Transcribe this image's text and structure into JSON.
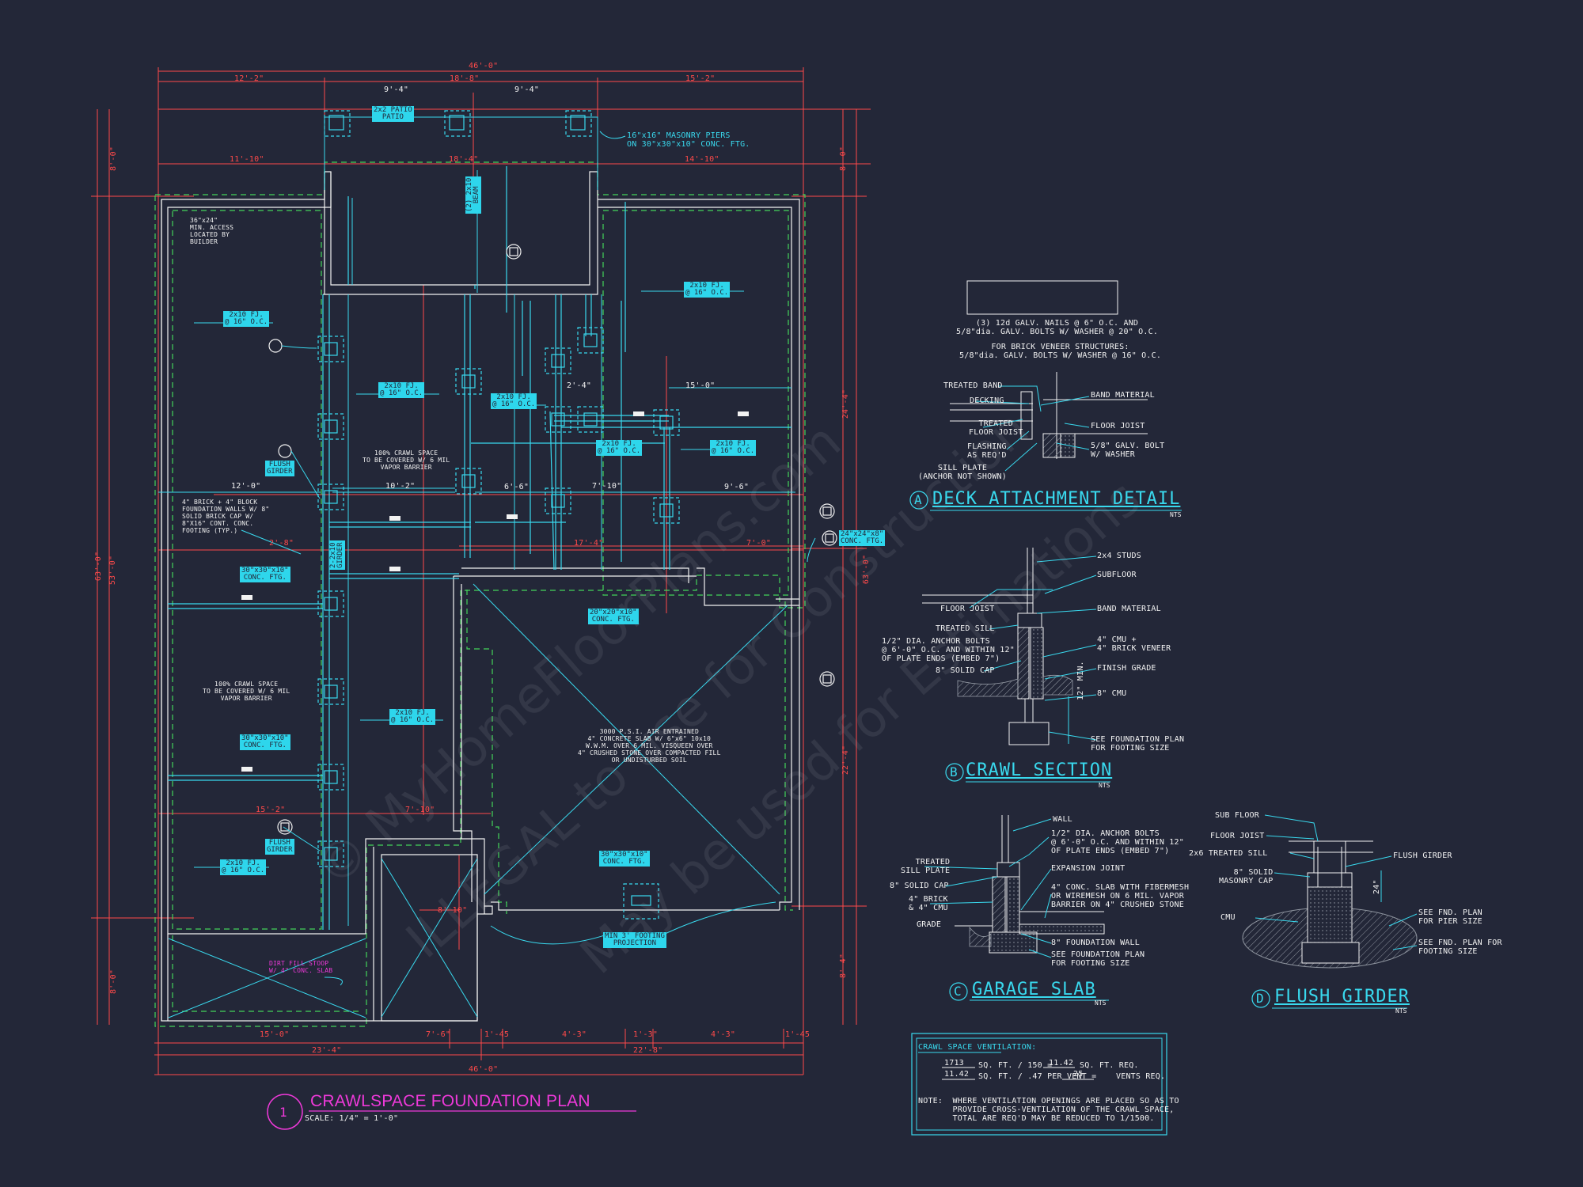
{
  "colors": {
    "background": "#232738",
    "dimension": "#ff4a4a",
    "structure": "#39d9ee",
    "wall": "#f2f2f2",
    "hidden": "#43d45a",
    "title": "#ee39d9"
  },
  "plan": {
    "number": "1",
    "title": "CRAWLSPACE FOUNDATION PLAN",
    "scale": "SCALE: 1/4\" = 1'-0\""
  },
  "dims": {
    "top_overall": "46'-0\"",
    "top_left": "12'-2\"",
    "top_mid": "18'-8\"",
    "top_right": "15'-2\"",
    "patio_a": "9'-4\"",
    "patio_b": "9'-4\"",
    "under_patio_left": "11'-10\"",
    "under_patio_mid": "18'-4\"",
    "under_patio_right": "14'-10\"",
    "left_overall": "63'-0\"",
    "left_inner": "53'-0\"",
    "left_top": "8'-0\"",
    "left_bottom": "8'-0\"",
    "right_overall": "63'-0\"",
    "right_top": "8'-0\"",
    "right_mid_a": "24'-4\"",
    "right_mid_b": "22'-4\"",
    "right_bottom": "8'-4\"",
    "bottom_overall": "46'-0\"",
    "bottom_a": "23'-4\"",
    "bottom_b": "22'-8\"",
    "bottom_c1": "15'-0\"",
    "bottom_c2": "7'-6\"",
    "bottom_c3": "1'-45",
    "bottom_c4": "4'-3\"",
    "bottom_c5": "1'-3\"",
    "bottom_c6": "4'-3\"",
    "bottom_c7": "1'-45",
    "int_12_0": "12'-0\"",
    "int_10_2": "10'-2\"",
    "int_6_6": "6'-6\"",
    "int_7_10": "7'-10\"",
    "int_9_6": "9'-6\"",
    "int_15_0": "15'-0\"",
    "int_2_4": "2'-4\"",
    "int_17_4": "17'-4\"",
    "int_7_0": "7'-0\"",
    "int_2_8": "2'-8\"",
    "int_15_2": "15'-2\"",
    "int_7_10b": "7'-10\"",
    "int_8_10": "8'-10\""
  },
  "plan_notes": {
    "masonry_piers": "16\"x16\" MASONRY PIERS\nON 30\"x30\"x10\" CONC. FTG.",
    "access": "36\"x24\"\nMIN. ACCESS\nLOCATED BY\nBUILDER",
    "crawl_top": "100% CRAWL SPACE\nTO BE COVERED W/ 6 MIL\nVAPOR BARRIER",
    "crawl_bottom": "100% CRAWL SPACE\nTO BE COVERED W/ 6 MIL\nVAPOR BARRIER",
    "foundation_wall": "4\" BRICK + 4\" BLOCK\nFOUNDATION WALLS W/ 8\"\nSOLID BRICK CAP W/\n8\"X16\" CONT. CONC.\nFOOTING (TYP.)",
    "slab": "3000 P.S.I. AIR ENTRAINED\n4\" CONCRETE SLAB W/ 6\"x6\" 10x10\nW.W.M. OVER 6 MIL. VISQUEEN OVER\n4\" CRUSHED STONE OVER COMPACTED FILL\nOR UNDISTURBED SOIL",
    "stoop": "DIRT FILL STOOP\nW/ 4\" CONC. SLAB"
  },
  "tags": {
    "patio": "2x2 PATIO\nPATIO",
    "joist_2x10_16": "2x10 FJ.\n@ 16\" O.C.",
    "girder": "FLUSH\nGIRDER",
    "conc_ftg_30": "30\"x30\"x10\"\nCONC. FTG.",
    "conc_ftg_24": "24\"x24\"x8\"\nCONC. FTG.",
    "conc_ftg_20": "20\"x20\"x10\"\nCONC. FTG.",
    "footing_proj": "MIN 3' FOOTING\nPROJECTION",
    "vertical_beam": "(2) 2x10\nBEAM",
    "vertical_gird": "2-2x10\nGIRDER"
  },
  "detail_a": {
    "label": "A",
    "title": "DECK ATTACHMENT DETAIL",
    "nts": "NTS",
    "nails": "(3) 12d GALV. NAILS @ 6\" O.C. AND\n5/8\"dia. GALV. BOLTS W/ WASHER @ 20\" O.C.",
    "veneer": "FOR BRICK VENEER STRUCTURES:\n5/8\"dia. GALV. BOLTS W/ WASHER @ 16\" O.C.",
    "treated_band": "TREATED BAND",
    "decking": "DECKING",
    "treated_joist": "TREATED\nFLOOR JOIST",
    "flashing": "FLASHING\nAS REQ'D",
    "sill_plate": "SILL PLATE\n(ANCHOR NOT SHOWN)",
    "band_material": "BAND MATERIAL",
    "floor_joist": "FLOOR JOIST",
    "bolt": "5/8\" GALV. BOLT\nW/ WASHER"
  },
  "detail_b": {
    "label": "B",
    "title": "CRAWL SECTION",
    "nts": "NTS",
    "studs": "2x4 STUDS",
    "subfloor": "SUBFLOOR",
    "floor_joist": "FLOOR JOIST",
    "band_material": "BAND MATERIAL",
    "treated_sill": "TREATED SILL",
    "anchor": "1/2\" DIA. ANCHOR BOLTS\n@ 6'-0\" O.C. AND WITHIN 12\"\nOF PLATE ENDS (EMBED 7\")",
    "cmu_brick": "4\" CMU +\n4\" BRICK VENEER",
    "finish_grade": "FINISH GRADE",
    "solid_cap": "8\" SOLID CAP",
    "cmu8": "8\" CMU",
    "min12": "12\" MIN.",
    "see_plan": "SEE FOUNDATION PLAN\nFOR FOOTING SIZE"
  },
  "detail_c": {
    "label": "C",
    "title": "GARAGE SLAB",
    "nts": "NTS",
    "wall": "WALL",
    "anchor": "1/2\" DIA. ANCHOR BOLTS\n@ 6'-0\" O.C. AND WITHIN 12\"\nOF PLATE ENDS (EMBED 7\")",
    "sill": "TREATED\nSILL PLATE",
    "expansion": "EXPANSION JOINT",
    "solid_cap": "8\" SOLID CAP",
    "slab": "4\" CONC. SLAB WITH FIBERMESH\nOR WIREMESH ON 6 MIL. VAPOR\nBARRIER ON 4\" CRUSHED STONE",
    "brick_cmu": "4\" BRICK\n& 4\" CMU",
    "grade": "GRADE",
    "found_wall": "8\" FOUNDATION WALL",
    "see_plan": "SEE FOUNDATION PLAN\nFOR FOOTING SIZE"
  },
  "detail_d": {
    "label": "D",
    "title": "FLUSH GIRDER",
    "nts": "NTS",
    "sub_floor": "SUB FLOOR",
    "floor_joist": "FLOOR JOIST",
    "treated_sill": "2x6 TREATED SILL",
    "masonry_cap": "8\" SOLID\nMASONRY CAP",
    "flush_girder": "FLUSH GIRDER",
    "cmu": "CMU",
    "dim24": "24\"",
    "pier": "SEE FND. PLAN\nFOR PIER SIZE",
    "footing": "SEE FND. PLAN FOR\nFOOTING SIZE"
  },
  "ventilation": {
    "title": "CRAWL SPACE VENTILATION:",
    "r1_a": "1713",
    "r1_b": "SQ. FT. / 150 =",
    "r1_c": "11.42",
    "r1_d": "SQ. FT. REQ.",
    "r2_a": "11.42",
    "r2_b": "SQ. FT. / .47 PER VENT =",
    "r2_c": "25",
    "r2_d": "VENTS REQ.",
    "note": "NOTE:  WHERE VENTILATION OPENINGS ARE PLACED SO AS TO\n       PROVIDE CROSS-VENTILATION OF THE CRAWL SPACE,\n       TOTAL ARE REQ'D MAY BE REDUCED TO 1/1500."
  },
  "watermark": {
    "line1": "© MyHomeFloorPlans.com",
    "line2": "ILLEGAL to use for Construction",
    "line3": "May be used for Estimations"
  }
}
